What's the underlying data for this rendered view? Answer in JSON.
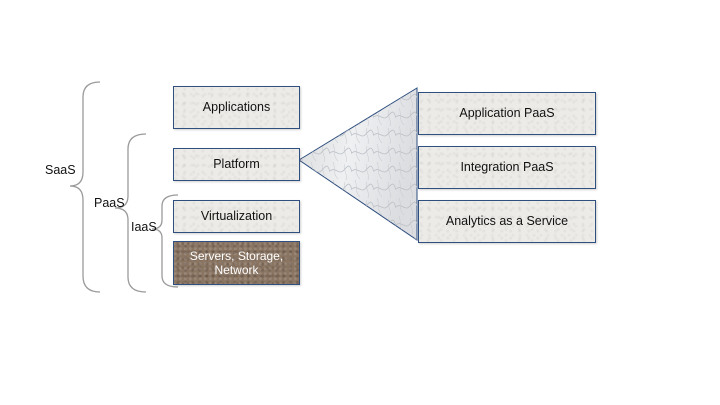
{
  "diagram": {
    "stack": [
      {
        "id": "applications",
        "label": "Applications"
      },
      {
        "id": "platform",
        "label": "Platform"
      },
      {
        "id": "virtualization",
        "label": "Virtualization"
      },
      {
        "id": "infrastructure",
        "label": "Servers, Storage, Network"
      }
    ],
    "paas_types": [
      {
        "id": "application-paas",
        "label": "Application PaaS"
      },
      {
        "id": "integration-paas",
        "label": "Integration PaaS"
      },
      {
        "id": "analytics",
        "label": "Analytics as a Service"
      }
    ],
    "brackets": {
      "saas": "SaaS",
      "paas": "PaaS",
      "iaas": "IaaS"
    },
    "colors": {
      "box_border": "#2f4f7f",
      "box_fill": "#ecebe7",
      "infrastructure_fill": "#8a7563",
      "bracket": "#9a9a9a"
    }
  }
}
